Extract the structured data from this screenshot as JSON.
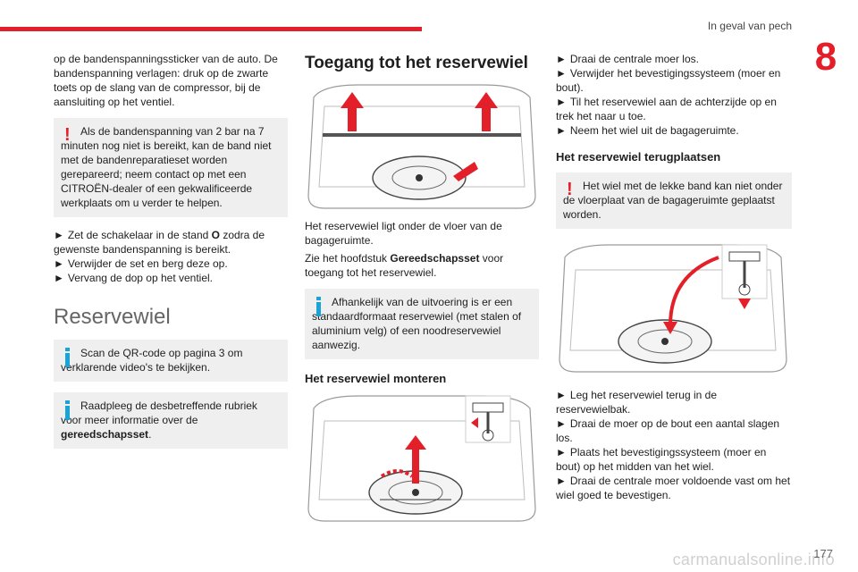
{
  "header": {
    "title": "In geval van pech",
    "chapter": "8",
    "page": "177",
    "watermark": "carmanualsonline.info"
  },
  "col1": {
    "intro": "op de bandenspanningssticker van de auto. De bandenspanning verlagen: druk op de zwarte toets op de slang van de compressor, bij de aansluiting op het ventiel.",
    "warning": "Als de bandenspanning van 2 bar na 7 minuten nog niet is bereikt, kan de band niet met de bandenreparatieset worden gerepareerd; neem contact op met een CITROËN-dealer of een gekwalificeerde werkplaats om u verder te helpen.",
    "steps": [
      {
        "pre": "Zet de schakelaar in de stand ",
        "bold": "O",
        "post": " zodra de gewenste bandenspanning is bereikt."
      },
      {
        "pre": "Verwijder de set en berg deze op.",
        "bold": "",
        "post": ""
      },
      {
        "pre": "Vervang de dop op het ventiel.",
        "bold": "",
        "post": ""
      }
    ],
    "section_title": "Reservewiel",
    "info1": "Scan de QR-code op pagina 3 om verklarende video's te bekijken.",
    "info2_pre": "Raadpleeg de desbetreffende rubriek voor meer informatie over de ",
    "info2_bold": "gereedschapsset",
    "info2_post": "."
  },
  "col2": {
    "title": "Toegang tot het reservewiel",
    "body1": "Het reservewiel ligt onder de vloer van de bagageruimte.",
    "body2_pre": "Zie het hoofdstuk ",
    "body2_bold": "Gereedschapsset",
    "body2_post": " voor toegang tot het reservewiel.",
    "info": "Afhankelijk van de uitvoering is er een standaardformaat reservewiel (met stalen of aluminium velg) of een noodreservewiel aanwezig.",
    "subtitle": "Het reservewiel monteren"
  },
  "col3": {
    "steps_top": [
      "Draai de centrale moer los.",
      "Verwijder het bevestigingssysteem (moer en bout).",
      "Til het reservewiel aan de achterzijde op en trek het naar u toe.",
      "Neem het wiel uit de bagageruimte."
    ],
    "subtitle": "Het reservewiel terugplaatsen",
    "warning": "Het wiel met de lekke band kan niet onder de vloerplaat van de bagageruimte geplaatst worden.",
    "steps_bottom": [
      "Leg het reservewiel terug in de reservewielbak.",
      "Draai de moer op de bout een aantal slagen los.",
      "Plaats het bevestigingssysteem (moer en bout) op het midden van het wiel.",
      "Draai de centrale moer voldoende vast om het wiel goed te bevestigen."
    ]
  },
  "step_marker": "►",
  "colors": {
    "accent": "#e3202a",
    "info": "#1aa3d6",
    "note_bg": "#efefef"
  }
}
